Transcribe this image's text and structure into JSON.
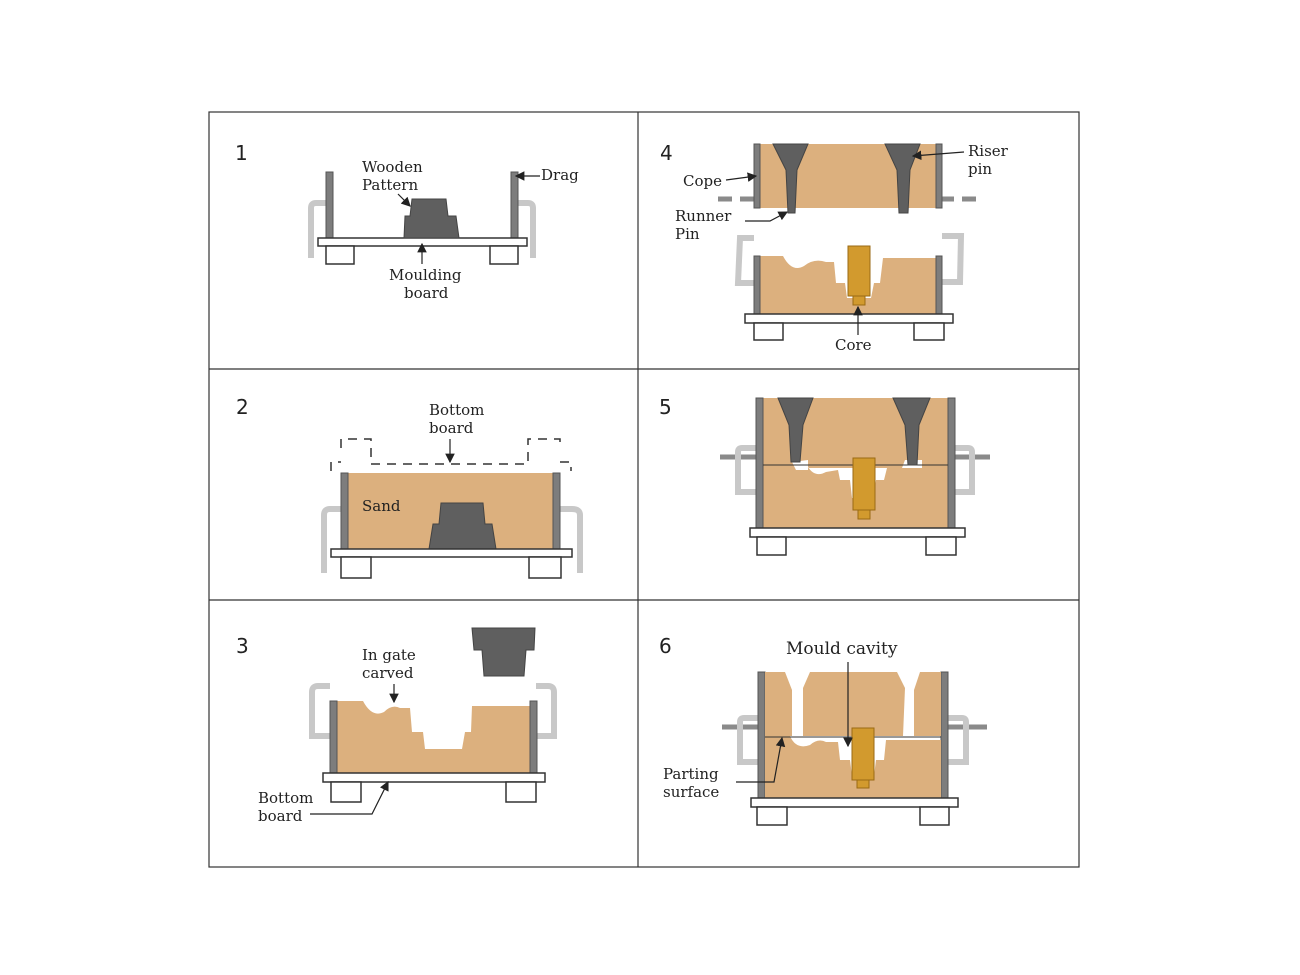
{
  "panels": [
    {
      "number": "1",
      "labels": {
        "wooden_pattern": [
          "Wooden",
          "Pattern"
        ],
        "drag": "Drag",
        "moulding_board": [
          "Moulding",
          "board"
        ]
      }
    },
    {
      "number": "2",
      "labels": {
        "bottom_board": [
          "Bottom",
          "board"
        ],
        "sand": "Sand"
      }
    },
    {
      "number": "3",
      "labels": {
        "in_gate": [
          "In gate",
          "carved"
        ],
        "bottom_board": [
          "Bottom",
          "board"
        ]
      }
    },
    {
      "number": "4",
      "labels": {
        "cope": "Cope",
        "riser_pin": [
          "Riser",
          "pin"
        ],
        "runner_pin": [
          "Runner",
          "Pin"
        ],
        "core": "Core"
      }
    },
    {
      "number": "5",
      "labels": {}
    },
    {
      "number": "6",
      "labels": {
        "mould_cavity": "Mould cavity",
        "parting_surface": [
          "Parting",
          "surface"
        ]
      }
    }
  ],
  "colors": {
    "sand": "#dcb07e",
    "flask": "#7d7d7d",
    "pattern": "#5f5f5f",
    "core": "#d29a2e"
  }
}
